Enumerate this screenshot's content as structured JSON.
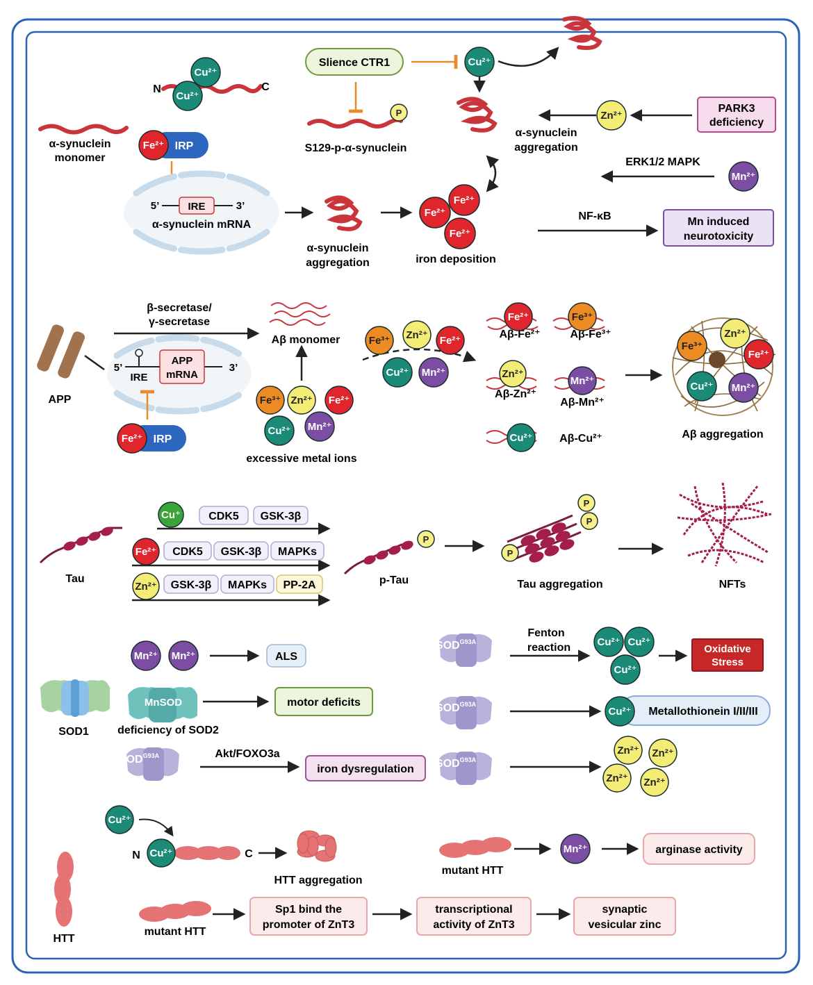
{
  "colors": {
    "cu": "#1b8a76",
    "fe": "#e0262c",
    "zn": "#f3ec75",
    "mn": "#7b4ea3",
    "fe3": "#ec8a24",
    "cuplus": "#3aa63a",
    "irp": "#2d66be",
    "syn": "#c9353b",
    "arrow": "#222222",
    "inhibit": "#e88b2e",
    "frame": "#2b63b4"
  },
  "ions": {
    "cu2": "Cu²⁺",
    "cu1": "Cu⁺",
    "fe2": "Fe²⁺",
    "fe3": "Fe³⁺",
    "zn2": "Zn²⁺",
    "mn2": "Mn²⁺",
    "p": "P"
  },
  "synuclein": {
    "n_label": "N",
    "c_label": "C",
    "monomer": [
      "α-synuclein",
      "monomer"
    ],
    "irp": "IRP",
    "five": "5’",
    "three": "3’",
    "ire": "IRE",
    "mrna": "α-synuclein mRNA",
    "aggregation_bottom": [
      "α-synuclein",
      "aggregation"
    ],
    "iron_deposition": "iron deposition",
    "silence": "Slience CTR1",
    "s129": "S129-p-α-synuclein",
    "aggregation_right": [
      "α-synuclein",
      "aggregation"
    ],
    "park3": [
      "PARK3",
      "deficiency"
    ],
    "erk": "ERK1/2 MAPK",
    "nfkb": "NF-κB",
    "mn_tox": [
      "Mn induced",
      "neurotoxicity"
    ]
  },
  "amyloid": {
    "app": "APP",
    "secretase": [
      "β-secretase/",
      "γ-secretase"
    ],
    "monomer": "Aβ monomer",
    "five": "5’",
    "three": "3’",
    "ire": "IRE",
    "app_mrna": [
      "APP",
      "mRNA"
    ],
    "irp": "IRP",
    "excess": "excessive metal ions",
    "complexes": [
      "Aβ-Fe²⁺",
      "Aβ-Fe³⁺",
      "Aβ-Zn²⁺",
      "Aβ-Mn²⁺",
      "Aβ-Cu²⁺"
    ],
    "aggregation": "Aβ aggregation"
  },
  "tau": {
    "tau": "Tau",
    "row1": [
      "CDK5",
      "GSK-3β"
    ],
    "row2": [
      "CDK5",
      "GSK-3β",
      "MAPKs"
    ],
    "row3": [
      "GSK-3β",
      "MAPKs",
      "PP-2A"
    ],
    "ptau": "p-Tau",
    "aggregation": "Tau aggregation",
    "nfts": "NFTs"
  },
  "sod": {
    "als": "ALS",
    "mnsod": "MnSOD",
    "motor": "motor deficits",
    "sod1": "SOD1",
    "sod2": "deficiency of SOD2",
    "sod_g93a": "SOD",
    "g93a": "G93A",
    "akt": "Akt/FOXO3a",
    "iron_dys": "iron dysregulation",
    "fenton": [
      "Fenton",
      "reaction"
    ],
    "oxidative": [
      "Oxidative",
      "Stress"
    ],
    "metallothionein": "Metallothionein I/II/III"
  },
  "htt": {
    "n_label": "N",
    "c_label": "C",
    "htt_agg": "HTT aggregation",
    "mutant": "mutant HTT",
    "arginase": "arginase activity",
    "htt": "HTT",
    "sp1": [
      "Sp1 bind the",
      "promoter of ZnT3"
    ],
    "transcription": [
      "transcriptional",
      "activity of ZnT3"
    ],
    "synaptic": [
      "synaptic",
      "vesicular zinc"
    ]
  }
}
